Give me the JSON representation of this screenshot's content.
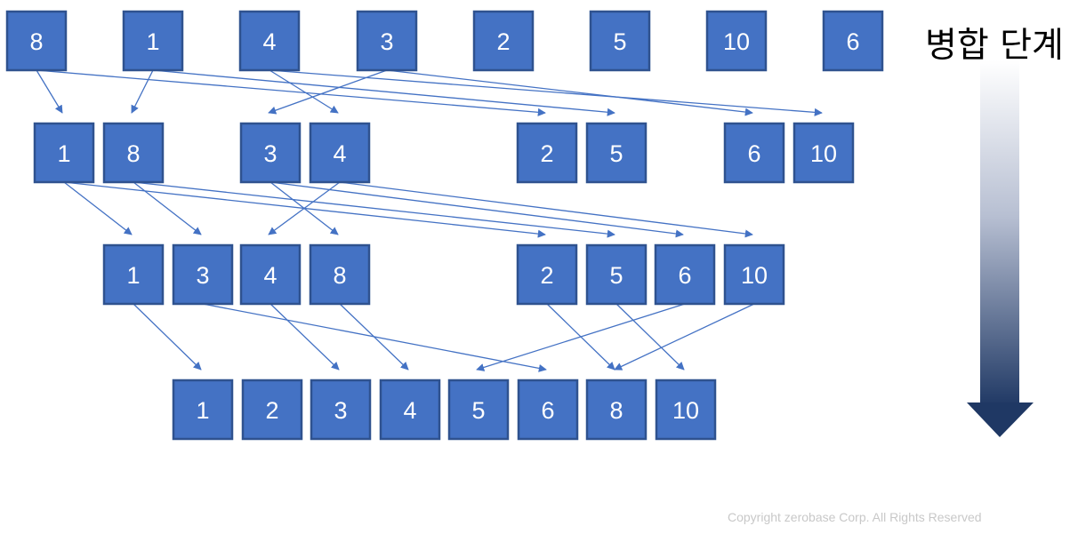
{
  "title": "병합 단계",
  "copyright": "Copyright zerobase Corp. All Rights Reserved",
  "colors": {
    "box_fill": "#4472C4",
    "box_border": "#2F528F",
    "arrow": "#4472C4",
    "stage_arrow_dark": "#1F3864"
  },
  "levels": [
    [
      "8",
      "1",
      "4",
      "3",
      "2",
      "5",
      "10",
      "6"
    ],
    [
      "1",
      "8",
      "3",
      "4",
      "2",
      "5",
      "6",
      "10"
    ],
    [
      "1",
      "3",
      "4",
      "8",
      "2",
      "5",
      "6",
      "10"
    ],
    [
      "1",
      "2",
      "3",
      "4",
      "5",
      "6",
      "8",
      "10"
    ]
  ],
  "edges": [
    [
      [
        1,
        1
      ],
      [
        0,
        0
      ],
      [
        3,
        2
      ],
      [
        2,
        3
      ],
      [
        0,
        4
      ],
      [
        1,
        5
      ],
      [
        3,
        6
      ],
      [
        2,
        7
      ]
    ],
    [
      [
        0,
        0
      ],
      [
        3,
        2
      ],
      [
        1,
        1
      ],
      [
        2,
        3
      ],
      [
        0,
        4
      ],
      [
        1,
        5
      ],
      [
        2,
        6
      ],
      [
        3,
        7
      ]
    ],
    [
      [
        0,
        0
      ],
      [
        2,
        2
      ],
      [
        3,
        3
      ],
      [
        6,
        4
      ],
      [
        1,
        5
      ],
      [
        4,
        6
      ],
      [
        5,
        7
      ],
      [
        7,
        6
      ]
    ]
  ]
}
